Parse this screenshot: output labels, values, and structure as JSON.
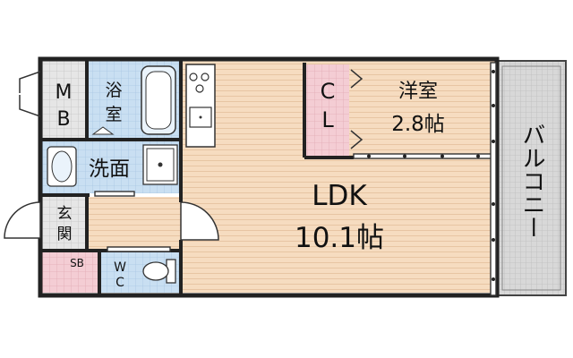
{
  "floorplan": {
    "rooms": {
      "mb": {
        "line1": "M",
        "line2": "B"
      },
      "bath": {
        "line1": "浴",
        "line2": "室"
      },
      "washroom": {
        "label": "洗面"
      },
      "entrance": {
        "line1": "玄",
        "line2": "関"
      },
      "shoebox": {
        "label": "SB"
      },
      "wc": {
        "line1": "W",
        "line2": "C"
      },
      "closet": {
        "line1": "C",
        "line2": "L"
      },
      "western": {
        "name": "洋室",
        "size": "2.8帖"
      },
      "ldk": {
        "name": "LDK",
        "size": "10.1帖"
      },
      "balcony": {
        "label": "バルコニー"
      }
    },
    "colors": {
      "wall": "#222222",
      "wood": "#f6dcc0",
      "wood_line": "#e4c09c",
      "tile_blue": "#c9dff2",
      "tile_pink": "#f4cdd4",
      "gray_tile": "#e0e0e0",
      "balcony": "#d6d6d6"
    }
  }
}
